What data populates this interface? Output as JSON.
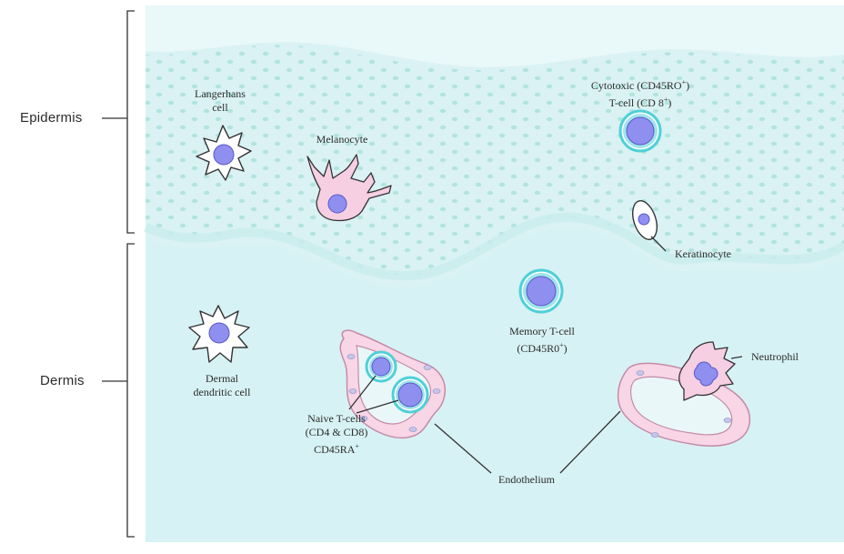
{
  "layers": {
    "epidermis": "Epidermis",
    "dermis": "Dermis"
  },
  "labels": {
    "langerhans": [
      "Langerhans",
      "cell"
    ],
    "melanocyte": "Melanocyte",
    "cytotoxic_line1": "Cytotoxic (CD45RO",
    "cytotoxic_line1_sup": "+",
    "cytotoxic_line1_end": ")",
    "cytotoxic_line2": "T-cell (CD 8",
    "cytotoxic_line2_sup": "+",
    "cytotoxic_line2_end": ")",
    "keratinocyte": "Keratinocyte",
    "memory_line1": "Memory T-cell",
    "memory_line2": "(CD45R0",
    "memory_line2_sup": "+",
    "memory_line2_end": ")",
    "dermal_line1": "Dermal",
    "dermal_line2": "dendritic cell",
    "naive_line1": "Naive T-cells",
    "naive_line2": "(CD4 & CD8)",
    "naive_line3": "CD45RA",
    "naive_line3_sup": "+",
    "endothelium": "Endothelium",
    "neutrophil": "Neutrophil"
  },
  "colors": {
    "epidermis_fill": "#dff3f1",
    "dermis_fill": "#dcf4f5",
    "dots": "#aee2dc",
    "nucleus": "#8f8ff0",
    "nucleus_stroke": "#5a58c8",
    "cell_pink": "#f6cfe2",
    "tcell_ring": "#4fd0d8",
    "line": "#3a3a3a"
  }
}
